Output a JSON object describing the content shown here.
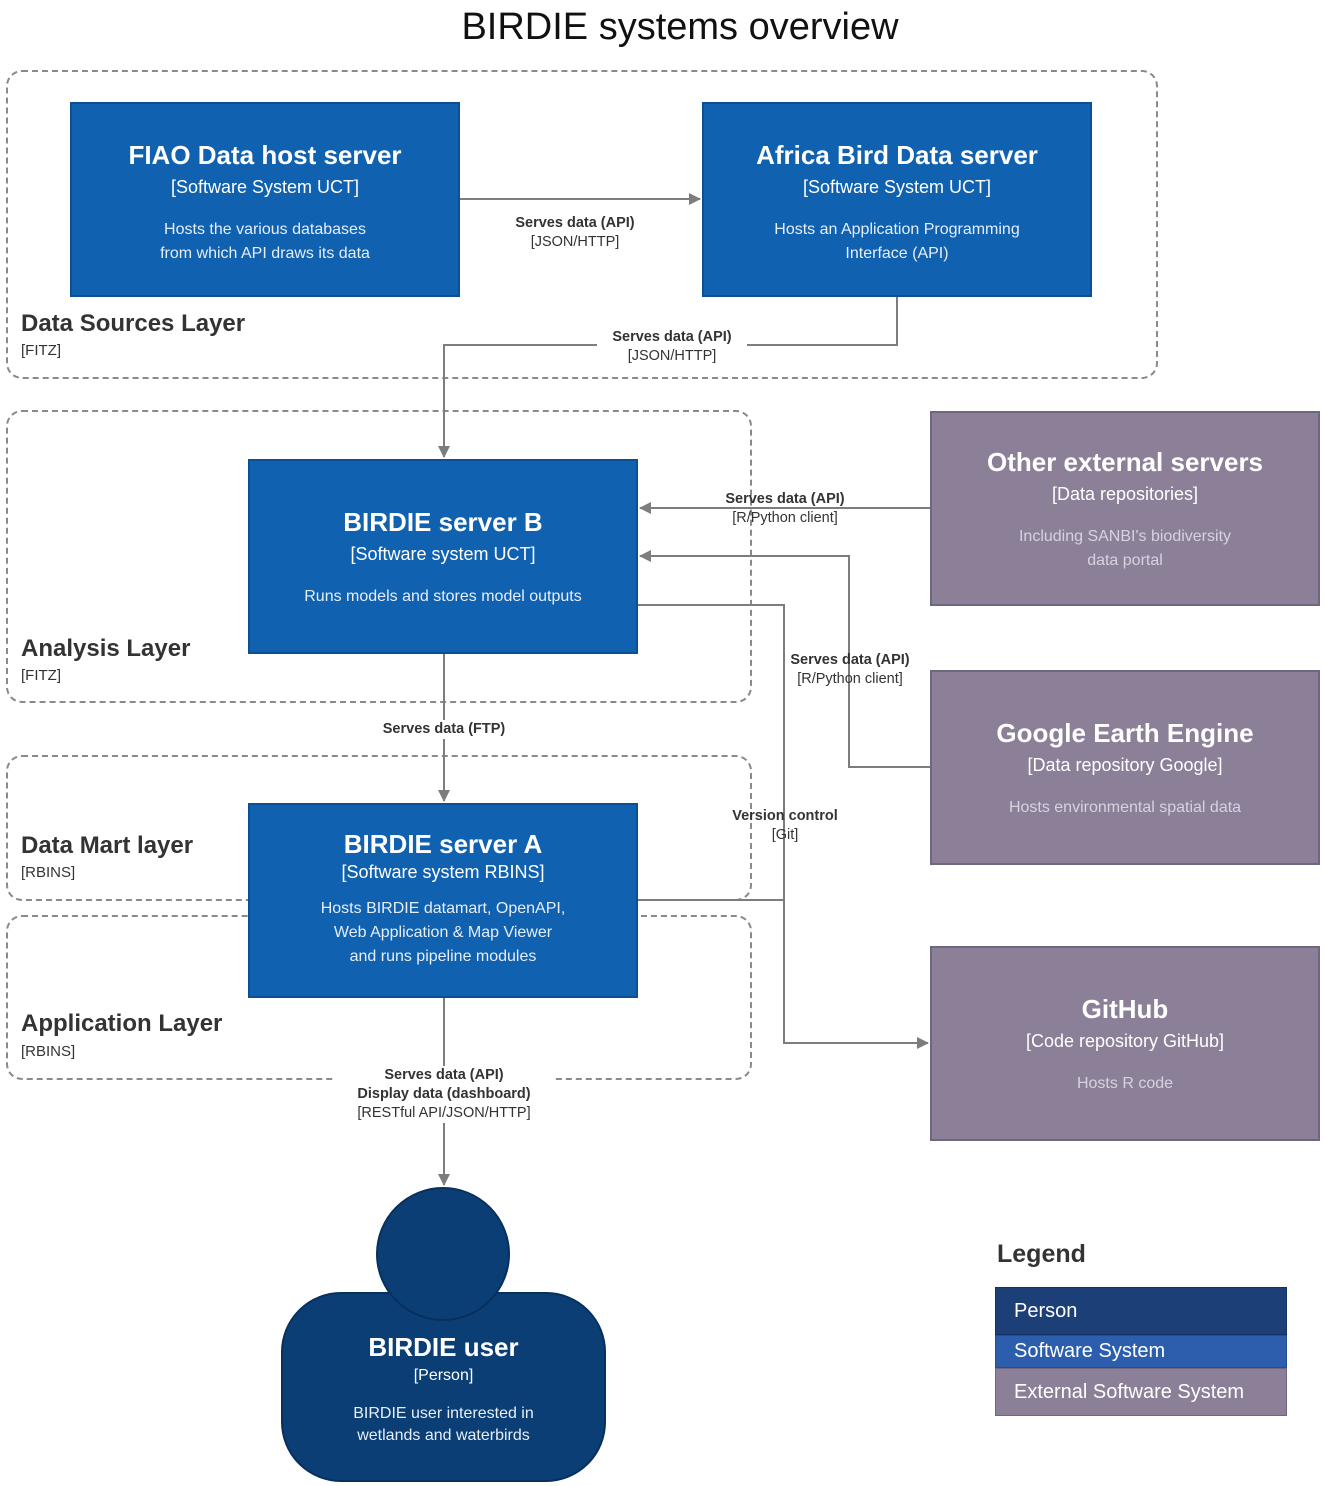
{
  "title": "BIRDIE systems overview",
  "layers": {
    "data_sources": {
      "name": "Data Sources Layer",
      "tag": "[FITZ]"
    },
    "analysis": {
      "name": "Analysis Layer",
      "tag": "[FITZ]"
    },
    "data_mart": {
      "name": "Data Mart layer",
      "tag": "[RBINS]"
    },
    "application": {
      "name": "Application Layer",
      "tag": "[RBINS]"
    }
  },
  "systems": {
    "fiao": {
      "name": "FIAO Data host server",
      "type": "[Software System UCT]",
      "desc": "Hosts the various databases\nfrom which API draws its data"
    },
    "abd": {
      "name": "Africa Bird Data server",
      "type": "[Software System UCT]",
      "desc": "Hosts an Application Programming\nInterface (API)"
    },
    "server_b": {
      "name": "BIRDIE server B",
      "type": "[Software system UCT]",
      "desc": "Runs models and stores model outputs"
    },
    "server_a": {
      "name": "BIRDIE server A",
      "type": "[Software system RBINS]",
      "desc": "Hosts BIRDIE datamart, OpenAPI,\nWeb Application & Map Viewer\nand runs pipeline modules"
    },
    "other_ext": {
      "name": "Other external servers",
      "type": "[Data repositories]",
      "desc": "Including SANBI's biodiversity\ndata portal"
    },
    "gee": {
      "name": "Google Earth Engine",
      "type": "[Data repository Google]",
      "desc": "Hosts environmental spatial data"
    },
    "github": {
      "name": "GitHub",
      "type": "[Code repository GitHub]",
      "desc": "Hosts R code"
    }
  },
  "person": {
    "name": "BIRDIE user",
    "type": "[Person]",
    "desc": "BIRDIE user interested in\nwetlands and waterbirds"
  },
  "edges": {
    "fiao_to_abd": {
      "label": "Serves data (API)",
      "tech": "[JSON/HTTP]"
    },
    "abd_to_b": {
      "label": "Serves data (API)",
      "tech": "[JSON/HTTP]"
    },
    "other_to_b": {
      "label": "Serves data (API)",
      "tech": "[R/Python client]"
    },
    "gee_to_b": {
      "label": "Serves data (API)",
      "tech": "[R/Python client]"
    },
    "b_to_a": {
      "label": "Serves data (FTP)"
    },
    "version_control": {
      "label": "Version control",
      "tech": "[Git]"
    },
    "a_to_user": {
      "label1": "Serves data (API)",
      "label2": "Display data (dashboard)",
      "tech": "[RESTful API/JSON/HTTP]"
    }
  },
  "legend": {
    "title": "Legend",
    "items": [
      {
        "label": "Person",
        "color": "#1c3f78"
      },
      {
        "label": "Software System",
        "color": "#2c5ead"
      },
      {
        "label": "External Software System",
        "color": "#8b8098"
      }
    ]
  }
}
